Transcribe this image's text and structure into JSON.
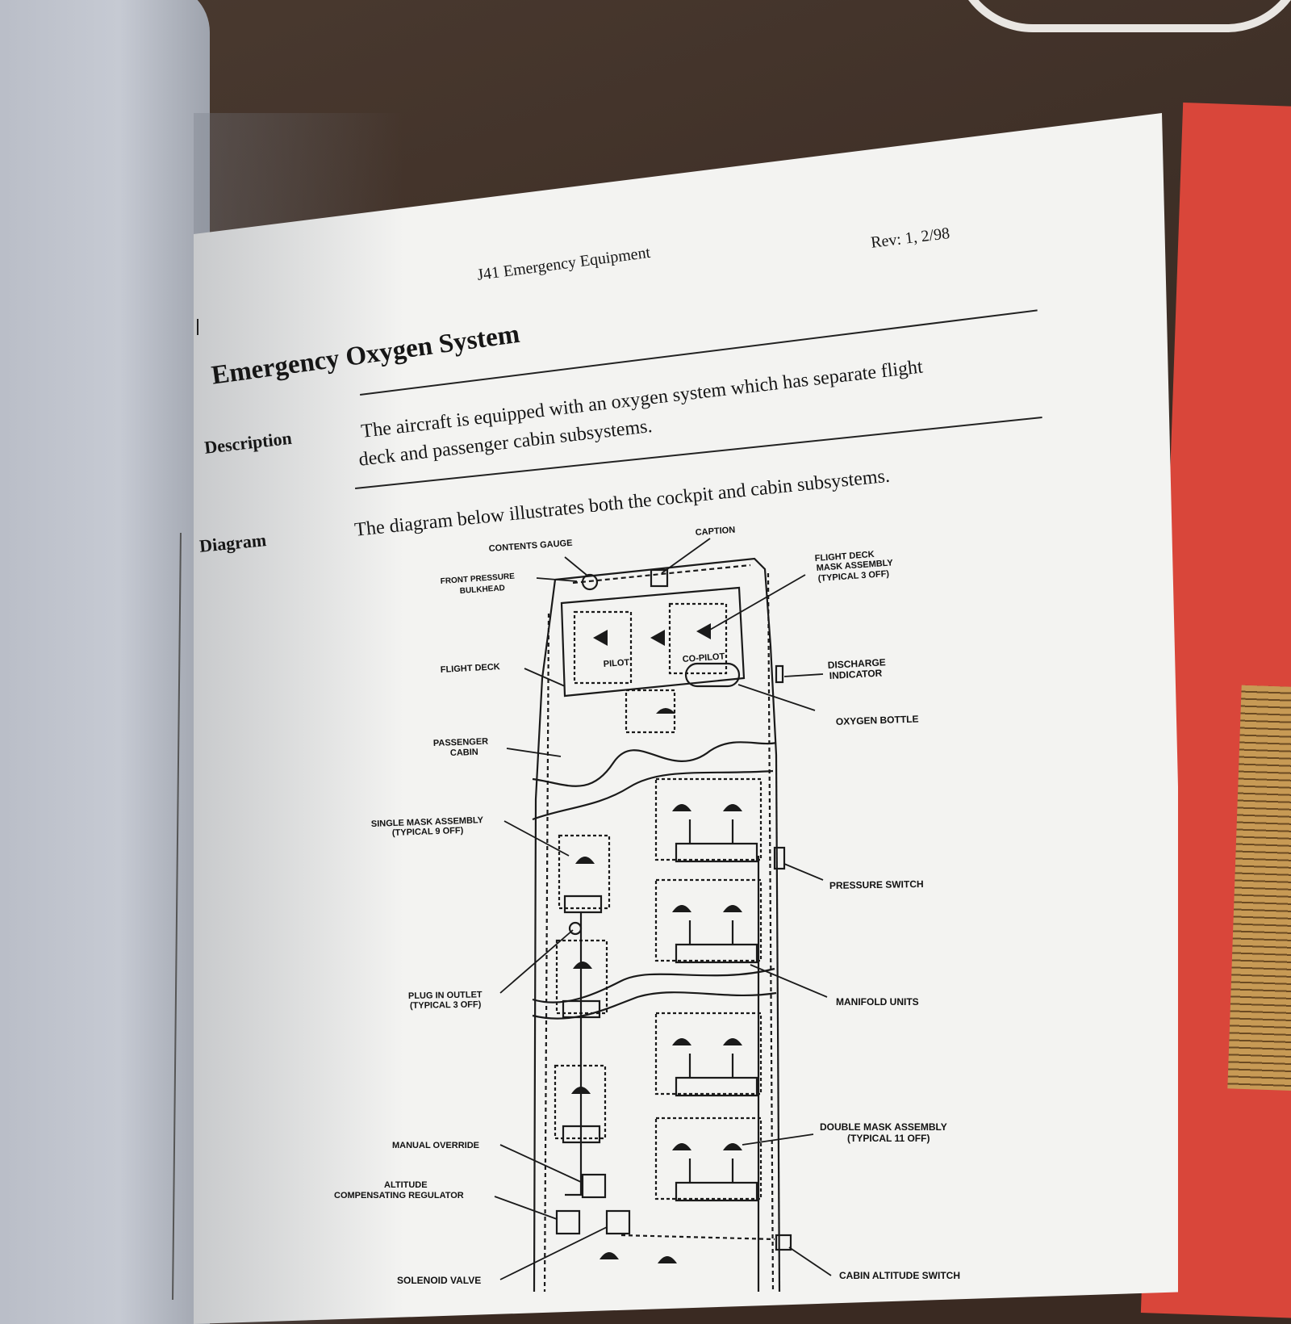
{
  "header": {
    "document_title": "J41 Emergency Equipment",
    "revision": "Rev:  1, 2/98"
  },
  "section": {
    "title": "Emergency Oxygen System"
  },
  "description": {
    "label": "Description",
    "line1": "The aircraft is equipped with an oxygen system which has separate flight",
    "line2": "deck and passenger cabin subsystems."
  },
  "diagram": {
    "label": "Diagram",
    "intro": "The diagram below illustrates both the cockpit and cabin subsystems.",
    "callouts": {
      "contents_gauge": "CONTENTS GAUGE",
      "caption": "CAPTION",
      "front_pressure_1": "FRONT PRESSURE",
      "front_pressure_2": "BULKHEAD",
      "flight_deck_mask_1": "FLIGHT DECK",
      "flight_deck_mask_2": "MASK ASSEMBLY",
      "flight_deck_mask_3": "(TYPICAL 3 OFF)",
      "pilot": "PILOT",
      "co_pilot": "CO-PILOT",
      "flight_deck": "FLIGHT DECK",
      "discharge_1": "DISCHARGE",
      "discharge_2": "INDICATOR",
      "oxygen_bottle": "OXYGEN BOTTLE",
      "passenger_1": "PASSENGER",
      "passenger_2": "CABIN",
      "single_mask_1": "SINGLE MASK ASSEMBLY",
      "single_mask_2": "(TYPICAL 9 OFF)",
      "pressure_switch": "PRESSURE SWITCH",
      "plug_in_1": "PLUG IN OUTLET",
      "plug_in_2": "(TYPICAL 3 OFF)",
      "manifold_units": "MANIFOLD UNITS",
      "double_mask_1": "DOUBLE MASK ASSEMBLY",
      "double_mask_2": "(TYPICAL 11 OFF)",
      "manual_override": "MANUAL OVERRIDE",
      "altitude_1": "ALTITUDE",
      "altitude_2": "COMPENSATING REGULATOR",
      "solenoid_valve": "SOLENOID VALVE",
      "cabin_altitude_switch": "CABIN ALTITUDE SWITCH"
    }
  }
}
